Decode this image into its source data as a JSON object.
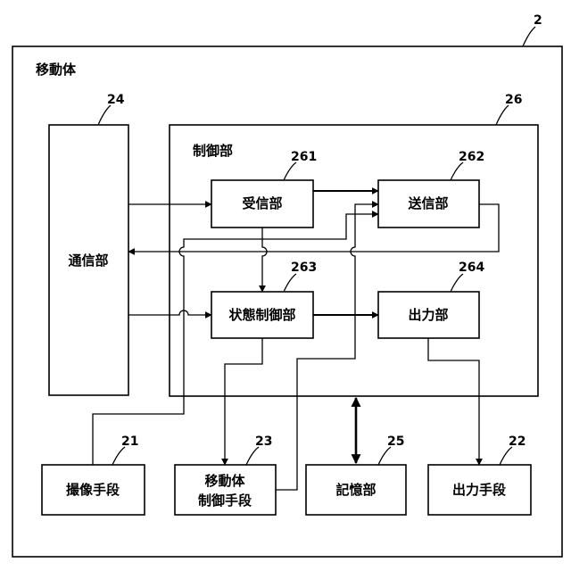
{
  "diagram": {
    "outer": {
      "ref": "2",
      "label": "移動体"
    },
    "control": {
      "ref": "26",
      "label": "制御部"
    },
    "comm": {
      "ref": "24",
      "label": "通信部"
    },
    "receive": {
      "ref": "261",
      "label": "受信部"
    },
    "transmit": {
      "ref": "262",
      "label": "送信部"
    },
    "state": {
      "ref": "263",
      "label": "状態制御部"
    },
    "output": {
      "ref": "264",
      "label": "出力部"
    },
    "imaging": {
      "ref": "21",
      "label": "撮像手段"
    },
    "mobile_ctrl": {
      "ref": "23",
      "label_line1": "移動体",
      "label_line2": "制御手段"
    },
    "storage": {
      "ref": "25",
      "label": "記憶部"
    },
    "output_means": {
      "ref": "22",
      "label": "出力手段"
    }
  }
}
